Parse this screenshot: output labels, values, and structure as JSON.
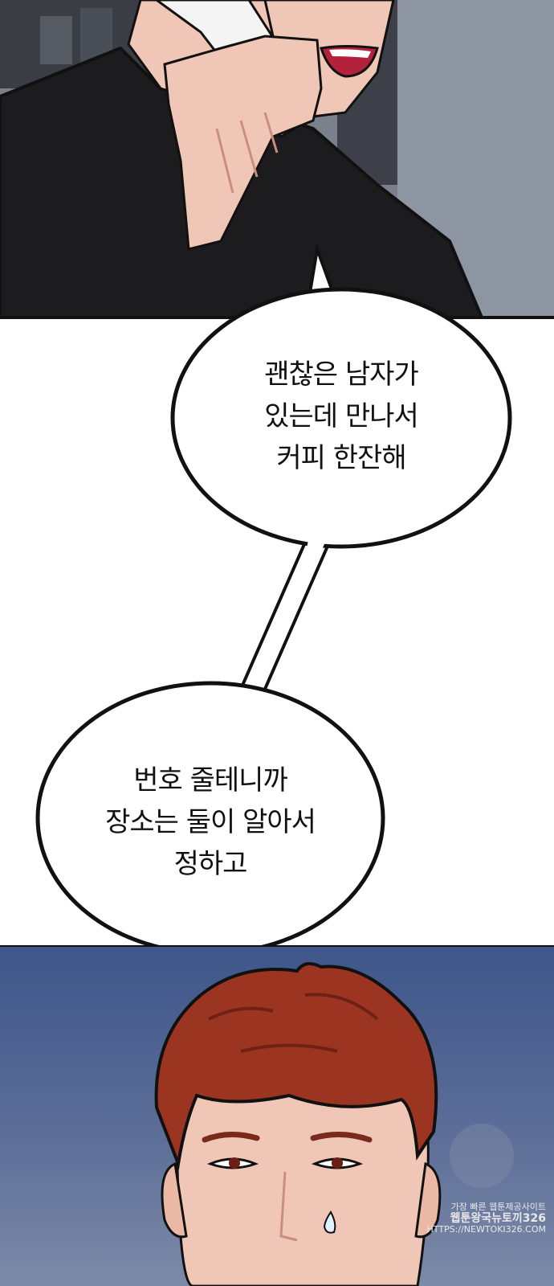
{
  "bubbles": [
    {
      "lines": [
        "괜찮은 남자가",
        "있는데 만나서",
        "커피 한잔해"
      ]
    },
    {
      "lines": [
        "번호 줄테니까",
        "장소는 둘이 알아서",
        "정하고"
      ]
    }
  ],
  "watermark": {
    "line1": "가장 빠른 웹툰제공사이트",
    "line2": "웹툰왕국뉴토끼326",
    "line3": "HTTPS://NEWTOKI326.COM"
  },
  "colors": {
    "panel_top_bg": "#6b7380",
    "panel_bottom_bg": "#4a5f91",
    "hair": "#9c3422",
    "skin": "#f0c7b6",
    "jacket": "#1c1c1e",
    "outline": "#111111"
  }
}
